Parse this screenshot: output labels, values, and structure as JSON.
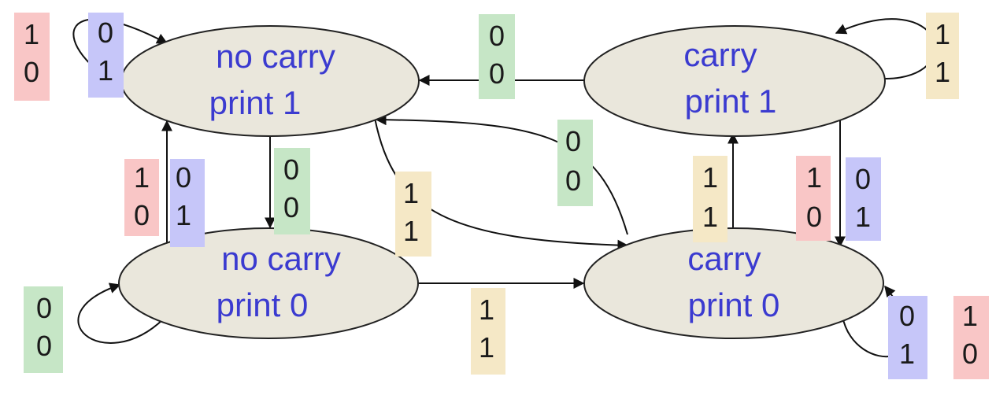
{
  "colors": {
    "node_fill": "#eae7dc",
    "node_stroke": "#222222",
    "label_color": "#3b3bd0",
    "tag_red": "#f9c6c6",
    "tag_blue": "#c6c6f9",
    "tag_green": "#c6e6c6",
    "tag_tan": "#f5e8c6"
  },
  "states": [
    {
      "id": "nc1",
      "line1": "no carry",
      "line2": "print 1"
    },
    {
      "id": "c1",
      "line1": "carry",
      "line2": "print 1"
    },
    {
      "id": "nc0",
      "line1": "no carry",
      "line2": "print 0"
    },
    {
      "id": "c0",
      "line1": "carry",
      "line2": "print 0"
    }
  ],
  "tags": [
    {
      "id": "t1",
      "top": "1",
      "bottom": "0",
      "color": "red"
    },
    {
      "id": "t2",
      "top": "0",
      "bottom": "1",
      "color": "blue"
    },
    {
      "id": "t3",
      "top": "0",
      "bottom": "0",
      "color": "green"
    },
    {
      "id": "t4",
      "top": "1",
      "bottom": "1",
      "color": "tan"
    },
    {
      "id": "t5",
      "top": "1",
      "bottom": "0",
      "color": "red"
    },
    {
      "id": "t6",
      "top": "0",
      "bottom": "1",
      "color": "blue"
    },
    {
      "id": "t7",
      "top": "0",
      "bottom": "0",
      "color": "green"
    },
    {
      "id": "t8",
      "top": "1",
      "bottom": "1",
      "color": "tan"
    },
    {
      "id": "t9",
      "top": "0",
      "bottom": "0",
      "color": "green"
    },
    {
      "id": "t10",
      "top": "1",
      "bottom": "1",
      "color": "tan"
    },
    {
      "id": "t11",
      "top": "1",
      "bottom": "0",
      "color": "red"
    },
    {
      "id": "t12",
      "top": "0",
      "bottom": "1",
      "color": "blue"
    },
    {
      "id": "t13",
      "top": "0",
      "bottom": "0",
      "color": "green"
    },
    {
      "id": "t14",
      "top": "1",
      "bottom": "1",
      "color": "tan"
    },
    {
      "id": "t15",
      "top": "0",
      "bottom": "1",
      "color": "blue"
    },
    {
      "id": "t16",
      "top": "1",
      "bottom": "0",
      "color": "red"
    }
  ]
}
